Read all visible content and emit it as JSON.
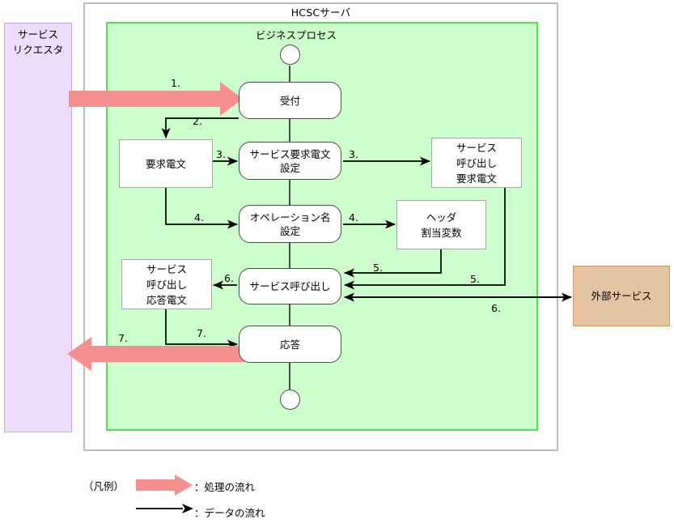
{
  "diagram": {
    "server_container": {
      "title": "HCSCサーバ"
    },
    "process_container": {
      "title": "ビジネスプロセス"
    },
    "actors": {
      "requestor": {
        "label": "サービス\nリクエスタ",
        "line1": "サービス",
        "line2": "リクエスタ",
        "color": "#eeddfa"
      },
      "external": {
        "label": "外部サービス",
        "color": "#e3c4a3"
      }
    },
    "process_nodes": [
      {
        "id": "start",
        "label": "",
        "shape": "circle"
      },
      {
        "id": "reception",
        "label": "受付",
        "shape": "rounded"
      },
      {
        "id": "set-request-message",
        "line1": "サービス要求電文",
        "line2": "設定",
        "shape": "rounded"
      },
      {
        "id": "set-operation-name",
        "line1": "オペレーション名",
        "line2": "設定",
        "shape": "rounded"
      },
      {
        "id": "service-invoke",
        "label": "サービス呼び出し",
        "shape": "rounded"
      },
      {
        "id": "response",
        "label": "応答",
        "shape": "rounded"
      },
      {
        "id": "end",
        "label": "",
        "shape": "circle"
      }
    ],
    "data_nodes": [
      {
        "id": "request-message",
        "label": "要求電文"
      },
      {
        "id": "invoke-request-message",
        "line1": "サービス",
        "line2": "呼び出し",
        "line3": "要求電文"
      },
      {
        "id": "header-assign-variable",
        "line1": "ヘッダ",
        "line2": "割当変数"
      },
      {
        "id": "invoke-response-message",
        "line1": "サービス",
        "line2": "呼び出し",
        "line3": "応答電文"
      }
    ],
    "steps": {
      "s1": "1.",
      "s2": "2.",
      "s3a": "3.",
      "s3b": "3.",
      "s4a": "4.",
      "s4b": "4.",
      "s5a": "5.",
      "s5b": "5.",
      "s6a": "6.",
      "s6b": "6.",
      "s7a": "7.",
      "s7b": "7."
    },
    "legend": {
      "title": "（凡例）",
      "process_flow": "：処理の流れ",
      "data_flow": "：データの流れ",
      "process_arrow_color": "#f5908e",
      "data_arrow_color": "#000000"
    },
    "colors": {
      "process_background": "#ccffcc",
      "process_border": "#55dd55",
      "server_border": "#bdbdbd",
      "requestor_fill": "#eeddfa",
      "external_fill": "#e3c4a3",
      "node_fill": "#ffffff"
    }
  }
}
